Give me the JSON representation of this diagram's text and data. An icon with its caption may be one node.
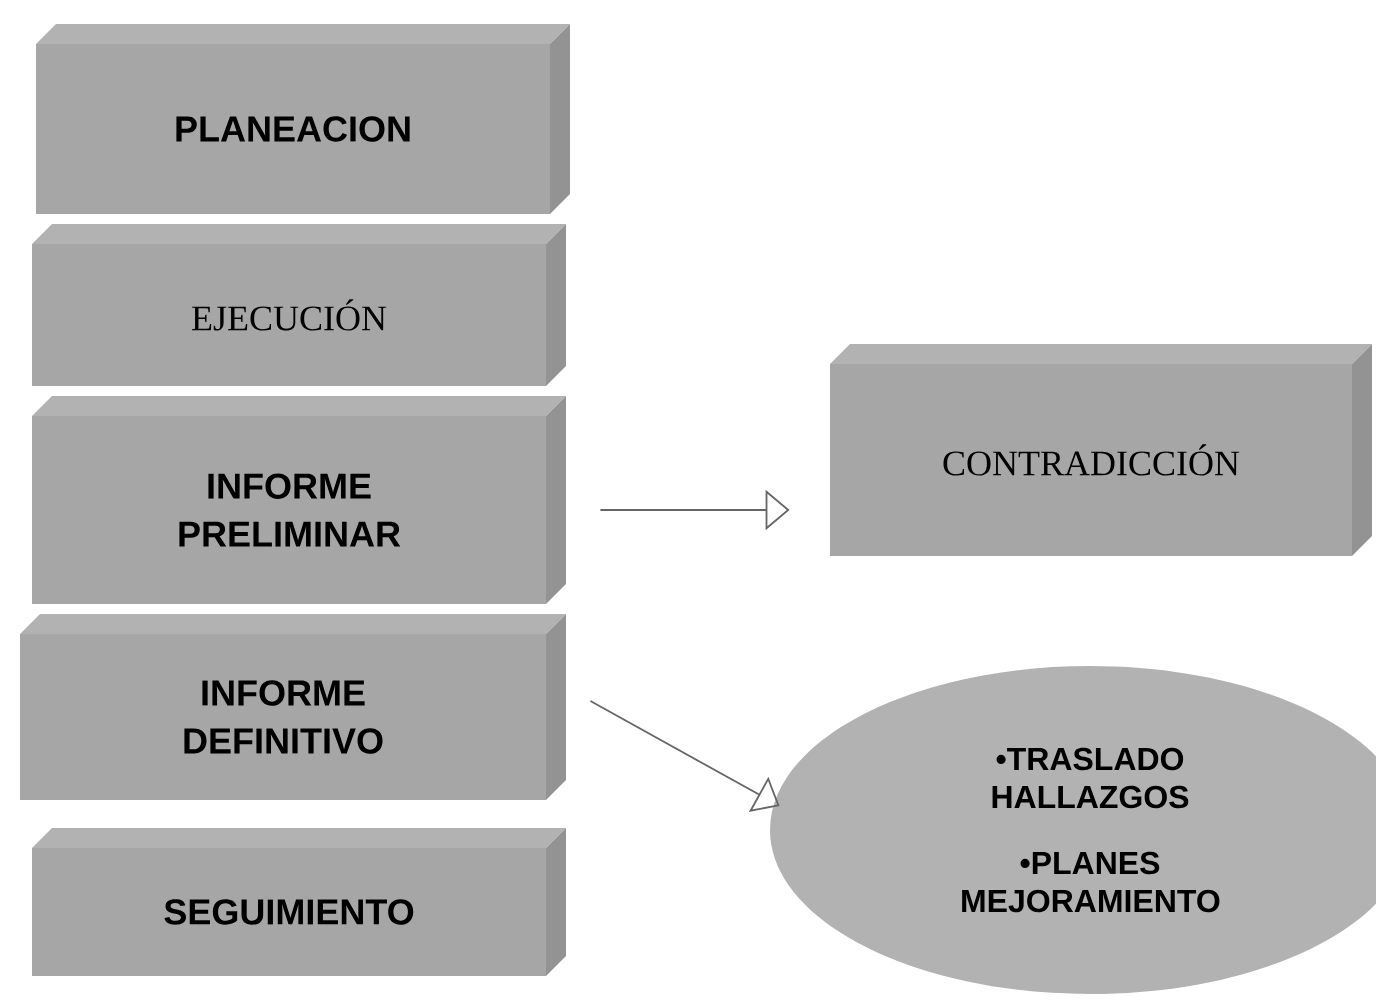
{
  "diagram": {
    "nodes": [
      {
        "text": [
          "PLANEACION"
        ]
      },
      {
        "text": [
          "EJECUCIÓN"
        ]
      },
      {
        "text": [
          "INFORME PRELIMINAR"
        ]
      },
      {
        "text": [
          "INFORME DEFINITIVO"
        ]
      },
      {
        "text": [
          "SEGUIMIENTO"
        ]
      },
      {
        "text": [
          "CONTRADICCIÓN"
        ]
      },
      {
        "text": [
          "•TRASLADO HALLAZGOS",
          "•PLANES MEJORAMIENTO"
        ]
      }
    ],
    "edges": [
      {
        "from": 2,
        "to": 5,
        "arrow": "to"
      },
      {
        "from": 3,
        "to": 6,
        "arrow": "to"
      }
    ]
  }
}
